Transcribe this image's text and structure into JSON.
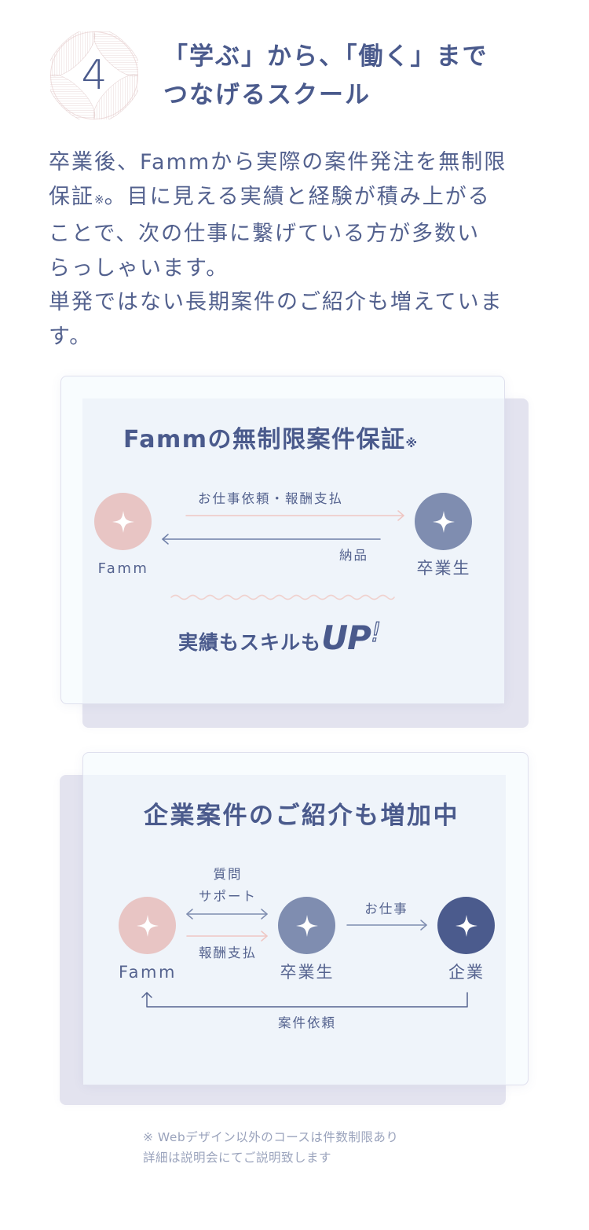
{
  "header": {
    "number": "4",
    "title_lines": [
      "「学ぶ」から、「働く」まで",
      "つなげるスクール"
    ]
  },
  "intro": {
    "line1": "卒業後、Fammから実際の案件発注を無制限",
    "line2_a": "保証",
    "line2_note": "※",
    "line2_b": "。目に見える実績と経験が積み上がる",
    "line3": "ことで、次の仕事に繋げている方が多数い",
    "line4": "らっしゃいます。",
    "line5": "単発ではない長期案件のご紹介も増えていま",
    "line6": "す。"
  },
  "card1": {
    "title": "Fammの無制限案件保証",
    "title_note": "※",
    "nodes": {
      "famm": "Famm",
      "graduate": "卒業生"
    },
    "arrows": {
      "top_label": "お仕事依頼・報酬支払",
      "bottom_label": "納品"
    },
    "tagline": "実績もスキルも",
    "tagline_emphasis": "UP",
    "tagline_mark": "!"
  },
  "card2": {
    "title": "企業案件のご紹介も増加中",
    "nodes": {
      "famm": "Famm",
      "graduate": "卒業生",
      "company": "企業"
    },
    "labels": {
      "question": "質問",
      "support": "サポート",
      "payment": "報酬支払",
      "work": "お仕事",
      "request": "案件依頼"
    }
  },
  "footnote": {
    "lines": [
      "※ Webデザイン以外のコースは件数制限あり",
      "詳細は説明会にてご説明致します"
    ]
  },
  "colors": {
    "navy": "#4a5a8c",
    "pink_node": "#e8c5c4",
    "slate_node": "#7f8db0",
    "dark_node": "#4b5b8d",
    "lavender_card": "#e3e3ef",
    "light_blue": "#eff4fa",
    "pink_line": "#efc6c3",
    "footnote": "#9aa3bc"
  }
}
